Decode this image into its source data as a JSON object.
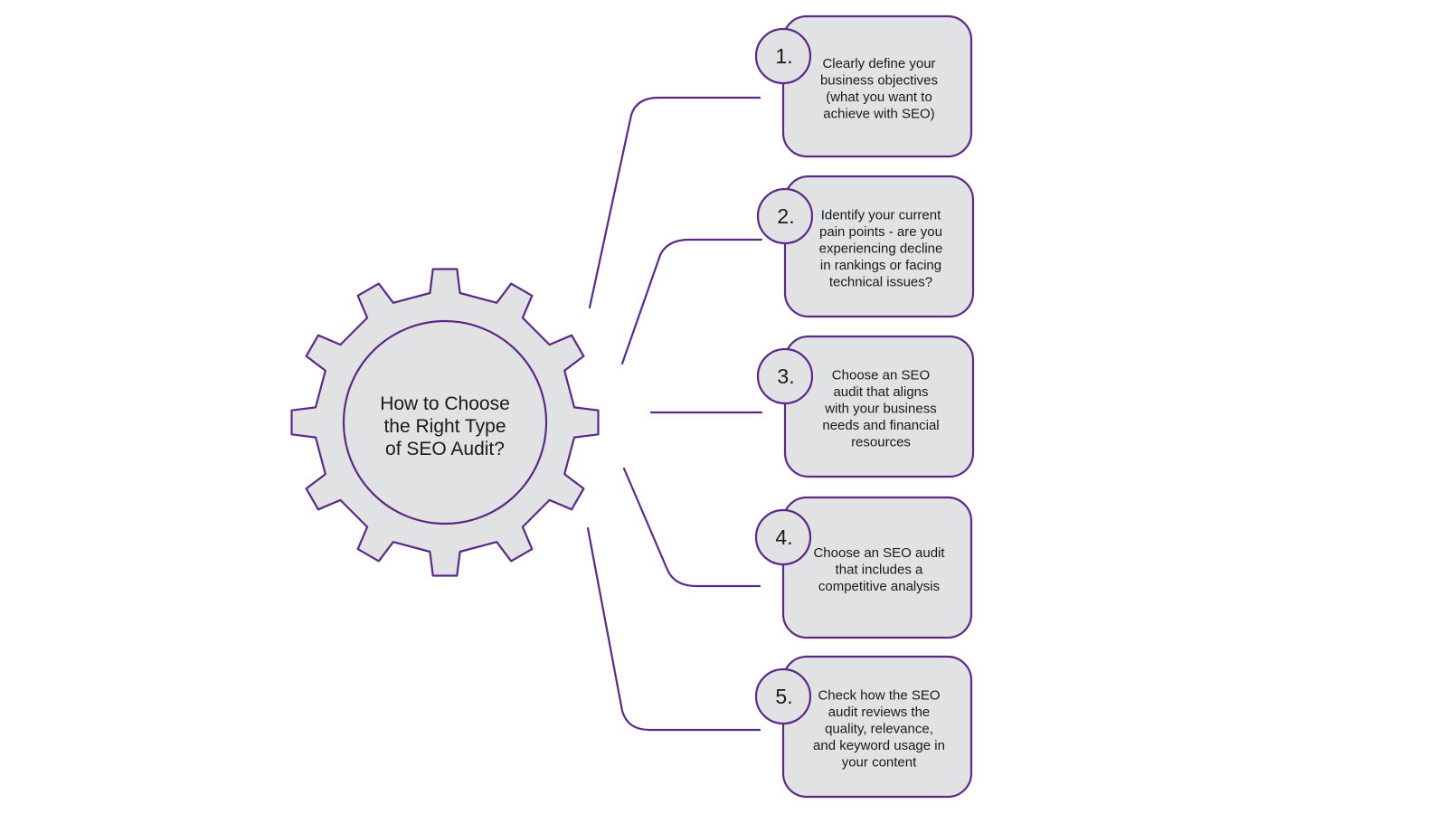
{
  "diagram": {
    "center": {
      "title_lines": [
        "How to Choose",
        "the Right Type",
        "of SEO Audit?"
      ]
    },
    "steps": [
      {
        "number": "1.",
        "lines": [
          "Clearly define your",
          "business objectives",
          "(what you want to",
          "achieve with SEO)"
        ]
      },
      {
        "number": "2.",
        "lines": [
          "Identify your current",
          "pain points - are you",
          "experiencing decline",
          "in rankings or facing",
          "technical issues?"
        ]
      },
      {
        "number": "3.",
        "lines": [
          "Choose an SEO",
          "audit that aligns",
          "with your business",
          "needs and financial",
          "resources"
        ]
      },
      {
        "number": "4.",
        "lines": [
          "Choose an SEO audit",
          "that includes a",
          "competitive analysis"
        ]
      },
      {
        "number": "5.",
        "lines": [
          "Check how the SEO",
          "audit reviews the",
          "quality, relevance,",
          "and keyword usage in",
          "your content"
        ]
      }
    ]
  },
  "colors": {
    "accent": "#5b2a86",
    "fill": "#e1e2e3",
    "text": "#1a1a1a"
  }
}
